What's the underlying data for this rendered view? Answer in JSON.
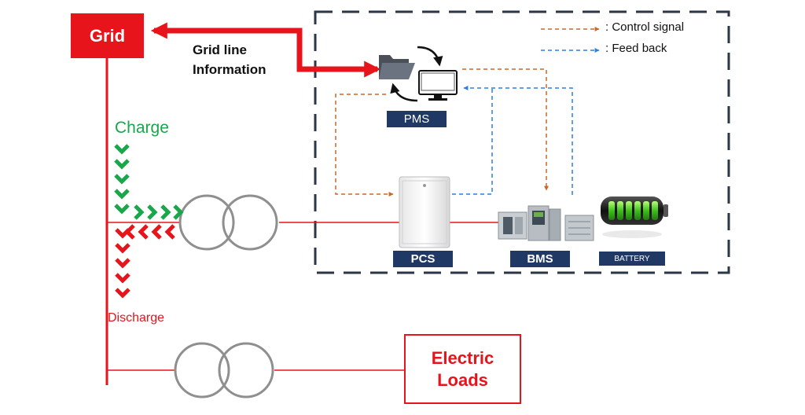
{
  "grid": {
    "label": "Grid"
  },
  "grid_line": {
    "line1": "Grid line",
    "line2": "Information"
  },
  "legend": {
    "control": ": Control signal",
    "feedback": ": Feed back"
  },
  "charge": {
    "label": "Charge"
  },
  "discharge": {
    "label": "Discharge"
  },
  "pms": {
    "label": "PMS"
  },
  "pcs": {
    "label": "PCS"
  },
  "bms": {
    "label": "BMS"
  },
  "battery": {
    "label": "BATTERY"
  },
  "loads": {
    "line1": "Electric",
    "line2": "Loads"
  },
  "colors": {
    "red": "#e8141b",
    "green": "#1aa64a",
    "orange": "#c8692a",
    "blue": "#2f7fe0",
    "navy": "#1f3864",
    "dash_border": "#2b3646",
    "transformer": "#8f8f8f"
  }
}
